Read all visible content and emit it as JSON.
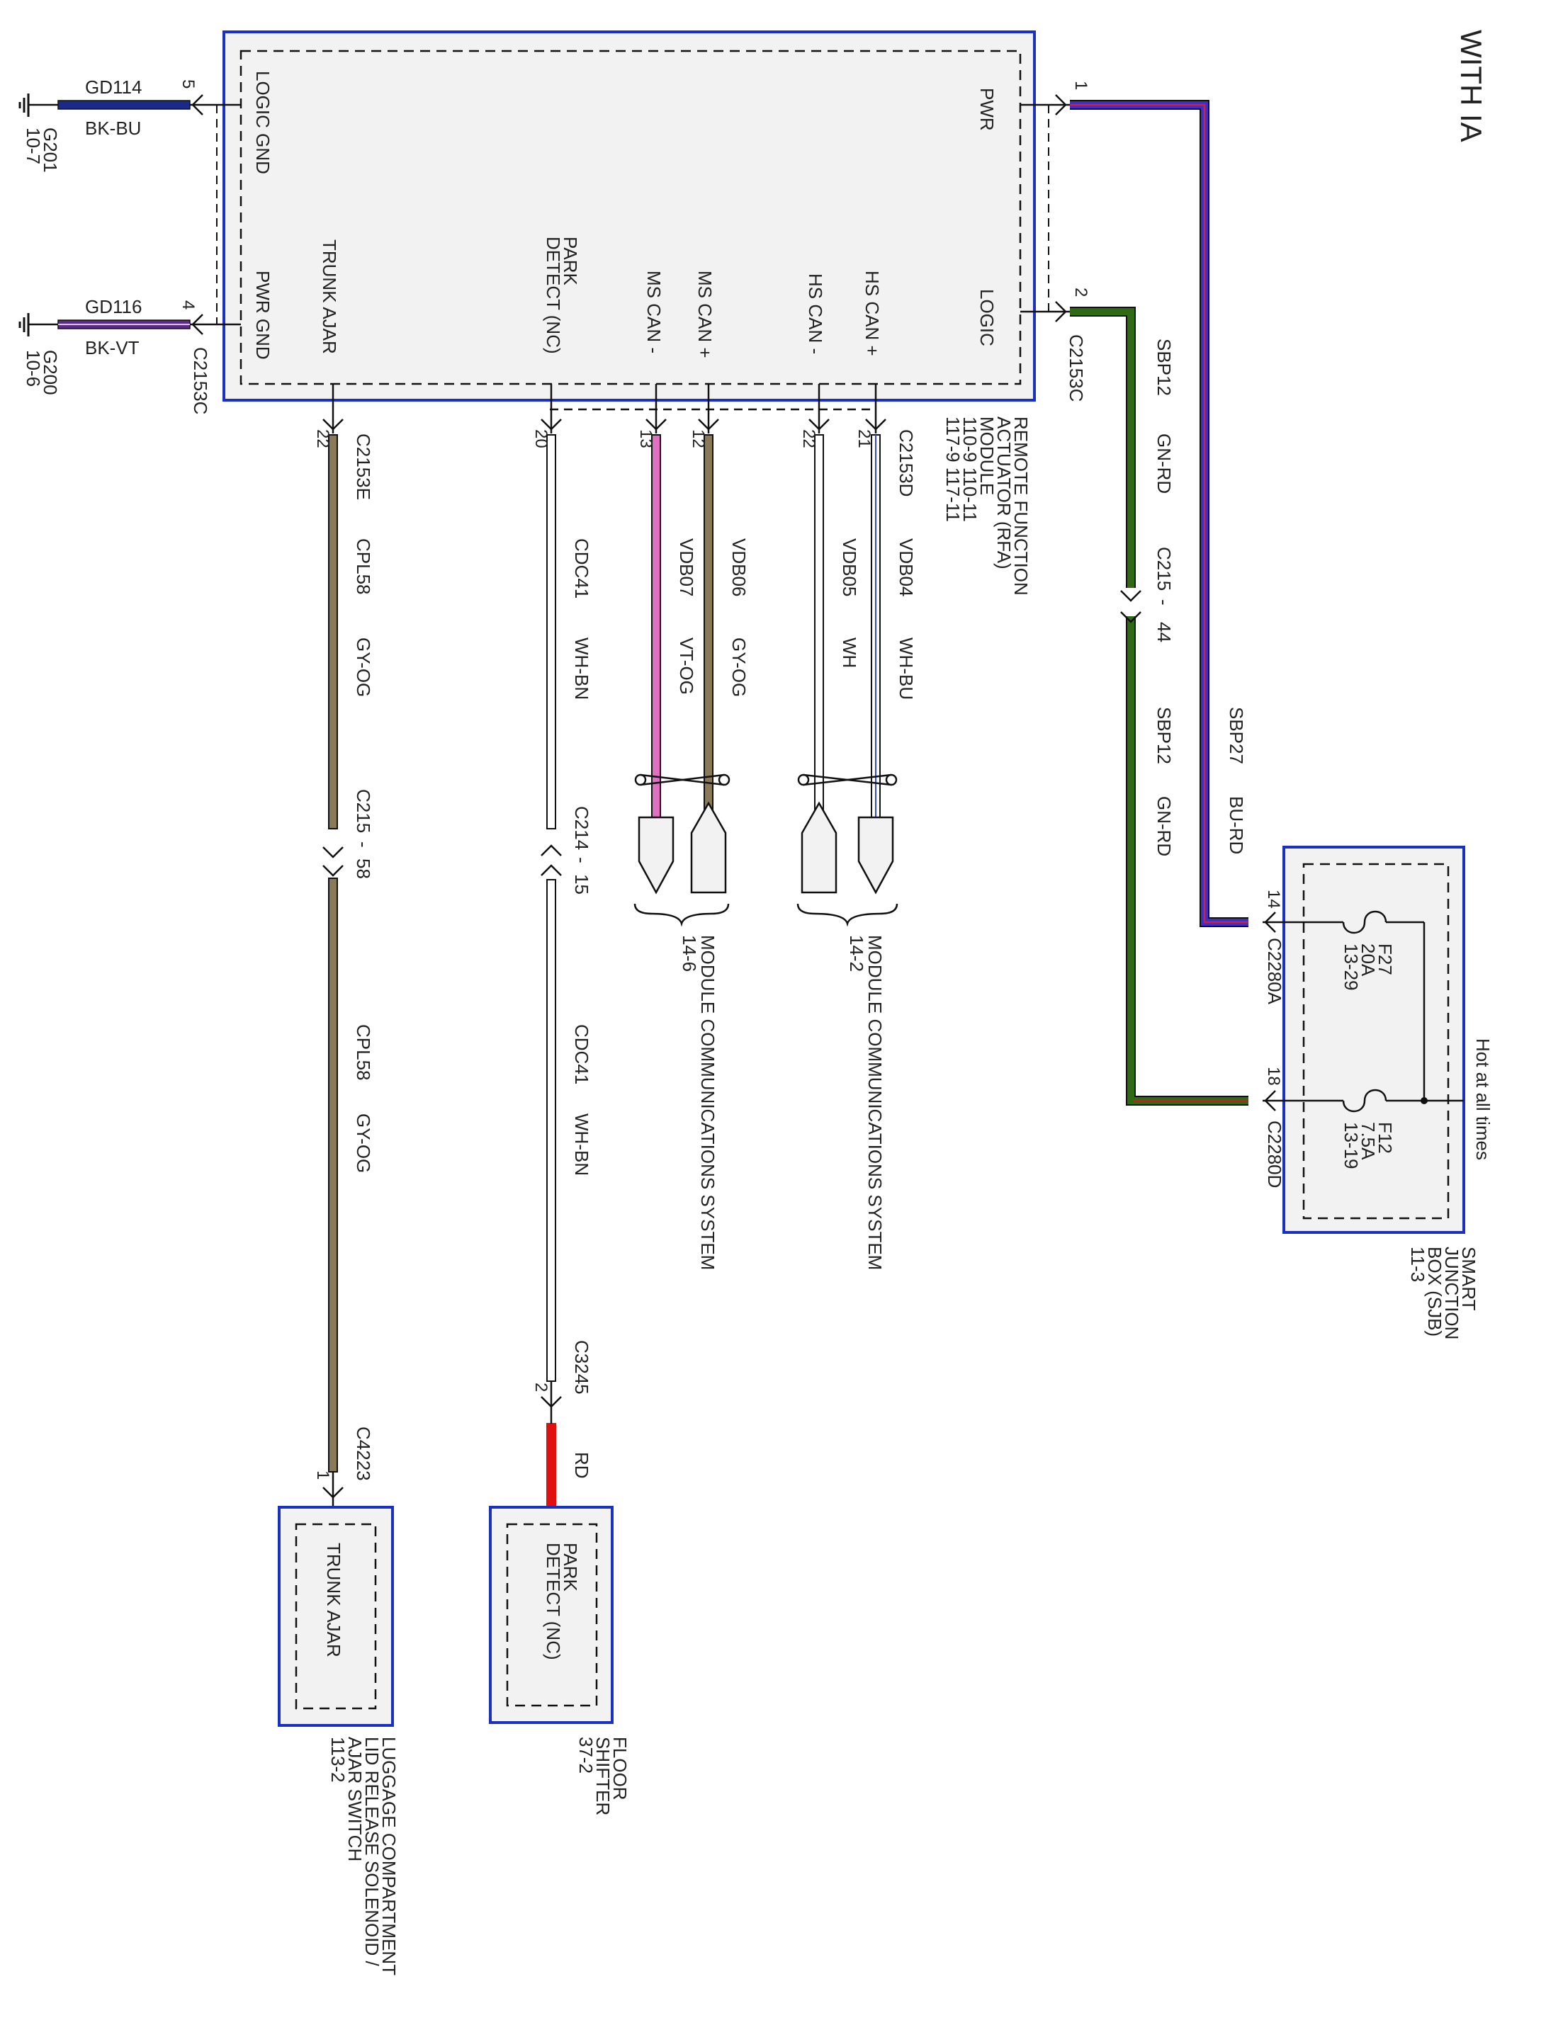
{
  "title": "WITH IA",
  "rfa_module": {
    "name_lines": [
      "REMOTE FUNCTION",
      "ACTUATOR (RFA)",
      "MODULE",
      "110-9     110-11",
      "117-9     117-11"
    ],
    "pins": {
      "logic_gnd": "LOGIC GND",
      "pwr_gnd": "PWR GND",
      "trunk_ajar": "TRUNK AJAR",
      "park_detect": "PARK DETECT (NC)",
      "ms_can_minus": "MS CAN -",
      "ms_can_plus": "MS CAN +",
      "hs_can_minus": "HS CAN -",
      "hs_can_plus": "HS CAN +",
      "logic": "LOGIC",
      "pwr": "PWR"
    },
    "connectors": {
      "c2153c_top": "C2153C",
      "c2153c_bottom": "C2153C",
      "c2153d": "C2153D",
      "c2153e": "C2153E"
    }
  },
  "grounds": [
    {
      "circuit": "GD114",
      "color": "BK-BU",
      "pin": "5",
      "ground": "G201",
      "page": "10-7"
    },
    {
      "circuit": "GD116",
      "color": "BK-VT",
      "pin": "4",
      "ground": "G200",
      "page": "10-6"
    }
  ],
  "wires": {
    "pwr": {
      "pin": "1",
      "circuit": "SBP27",
      "color": "BU-RD",
      "sjb_pin": "14",
      "sjb_conn": "C2280A"
    },
    "logic": {
      "pin": "2",
      "circuit": "SBP12",
      "color": "GN-RD",
      "inline": "C215",
      "inline_pin": "44",
      "circuit2": "SBP12",
      "color2": "GN-RD",
      "sjb_pin": "18",
      "sjb_conn": "C2280D"
    },
    "hs_can_plus": {
      "pin": "21",
      "circuit": "VDB04",
      "color": "WH-BU"
    },
    "hs_can_minus": {
      "pin": "22",
      "circuit": "VDB05",
      "color": "WH"
    },
    "ms_can_plus": {
      "pin": "12",
      "circuit": "VDB06",
      "color": "GY-OG"
    },
    "ms_can_minus": {
      "pin": "13",
      "circuit": "VDB07",
      "color": "VT-OG"
    },
    "park_detect": {
      "pin": "20",
      "circuit": "CDC41",
      "color": "WH-BN",
      "inline": "C214",
      "inline_pin": "15",
      "circuit2": "CDC41",
      "color2": "WH-BN",
      "end_conn": "C3245",
      "end_pin": "2",
      "end_color": "RD"
    },
    "trunk_ajar": {
      "pin": "22",
      "circuit": "CPL58",
      "color": "GY-OG",
      "inline": "C215",
      "inline_pin": "58",
      "circuit2": "CPL58",
      "color2": "GY-OG",
      "end_conn": "C4223",
      "end_pin": "1"
    }
  },
  "module_comm": [
    {
      "label": "MODULE COMMUNICATIONS SYSTEM",
      "page": "14-2"
    },
    {
      "label": "MODULE COMMUNICATIONS SYSTEM",
      "page": "14-6"
    }
  ],
  "sjb": {
    "name_lines": [
      "SMART",
      "JUNCTION",
      "BOX (SJB)",
      "11-3"
    ],
    "hot_label": "Hot at all times",
    "fuses": [
      {
        "name": "F27",
        "rating": "20A",
        "page": "13-29"
      },
      {
        "name": "F12",
        "rating": "7.5A",
        "page": "13-19"
      }
    ]
  },
  "floor_shifter": {
    "pin_label": "PARK DETECT (NC)",
    "name_lines": [
      "FLOOR",
      "SHIFTER",
      "37-2"
    ]
  },
  "luggage": {
    "pin_label": "TRUNK AJAR",
    "name_lines": [
      "LUGGAGE COMPARTMENT",
      "LID RELEASE SOLENOID /",
      "AJAR SWITCH",
      "113-2"
    ]
  },
  "colors": {
    "box_border": "#1a2fc4",
    "box_fill": "#f2f2f2",
    "bk_bu": "#1a2a8a",
    "bk_vt": "#5a2a8a",
    "bu_rd": "#3a2fd0",
    "bu_rd_stripe": "#d0203a",
    "gn_rd": "#2f6b12",
    "gn_rd_stripe": "#c02020",
    "gy_og": "#8a7a58",
    "vt_og": "#e070c0",
    "wh": "#ffffff",
    "wh_bu": "#ffffff",
    "wh_bn": "#ffffff",
    "rd": "#e01010"
  }
}
